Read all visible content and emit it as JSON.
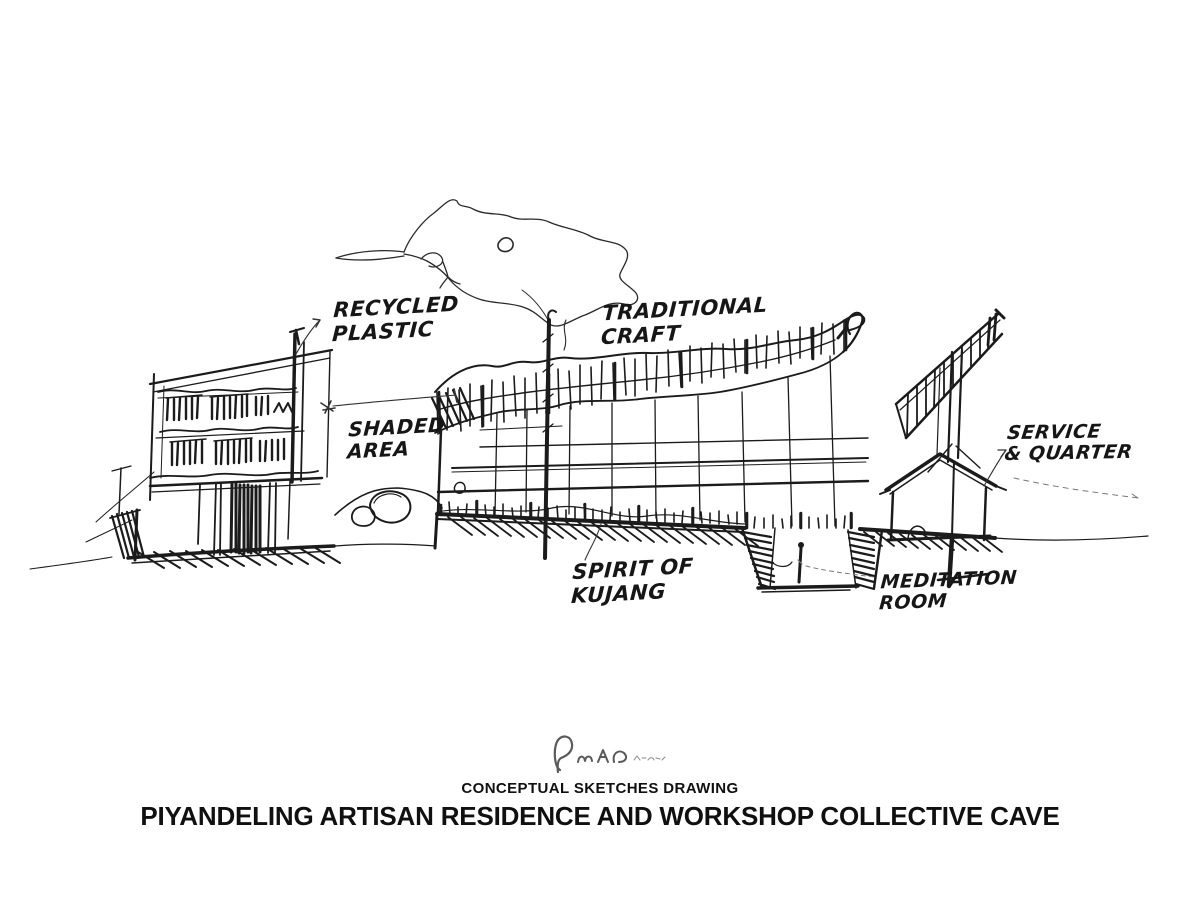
{
  "colors": {
    "ink": "#1b1b1b",
    "ink_light": "#3a3a3a",
    "leader_gray": "#777777",
    "signature_gray": "#5a5a5a",
    "paper": "#ffffff"
  },
  "captions": {
    "subtitle": "CONCEPTUAL SKETCHES DRAWING",
    "title": "PIYANDELING ARTISAN RESIDENCE AND WORKSHOP COLLECTIVE CAVE"
  },
  "annotations": {
    "recycled_plastic": {
      "text": "RECYCLED\nPLASTIC"
    },
    "traditional_craft": {
      "text": "TRADITIONAL\nCRAFT"
    },
    "shaded_area": {
      "text": "SHADED\nAREA"
    },
    "service_quarter": {
      "text": "SERVICE\n& QUARTER"
    },
    "spirit_of_kujang": {
      "text": "SPIRIT OF\nKUJANG"
    },
    "meditation_room": {
      "text": "MEDITATION\nROOM"
    }
  },
  "drawing_parts": [
    "cloud-outline",
    "sun-circle",
    "left-residence-building",
    "shaded-area-stones",
    "main-workshop-hall",
    "flag-pole",
    "meditation-pit",
    "figure-in-pit",
    "service-quarter-tower",
    "ground-hatching",
    "signature-logo"
  ]
}
